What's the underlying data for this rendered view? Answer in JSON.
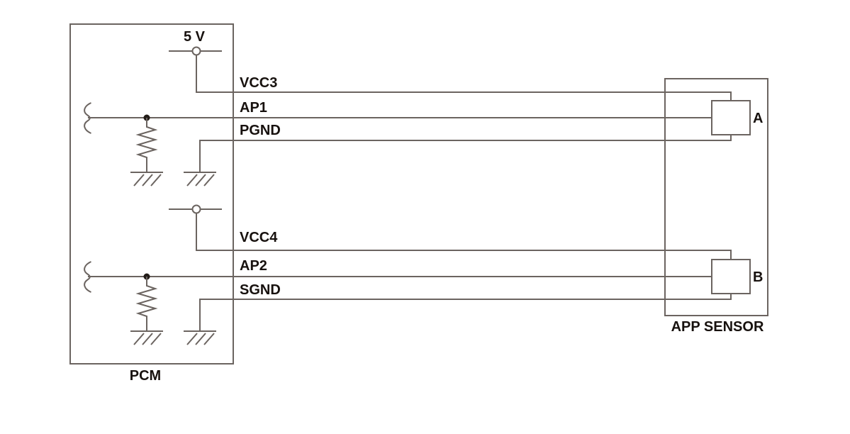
{
  "diagram": {
    "colors": {
      "line": "#6b6460",
      "text": "#17110e",
      "dot": "#221c18",
      "background": "#ffffff"
    },
    "pcm": {
      "label": "PCM"
    },
    "sensor": {
      "label": "APP SENSOR"
    },
    "supply": {
      "label": "5 V"
    },
    "channels": [
      {
        "terminal": "A",
        "vcc_label": "VCC3",
        "signal_label": "AP1",
        "ground_label": "PGND"
      },
      {
        "terminal": "B",
        "vcc_label": "VCC4",
        "signal_label": "AP2",
        "ground_label": "SGND"
      }
    ]
  }
}
